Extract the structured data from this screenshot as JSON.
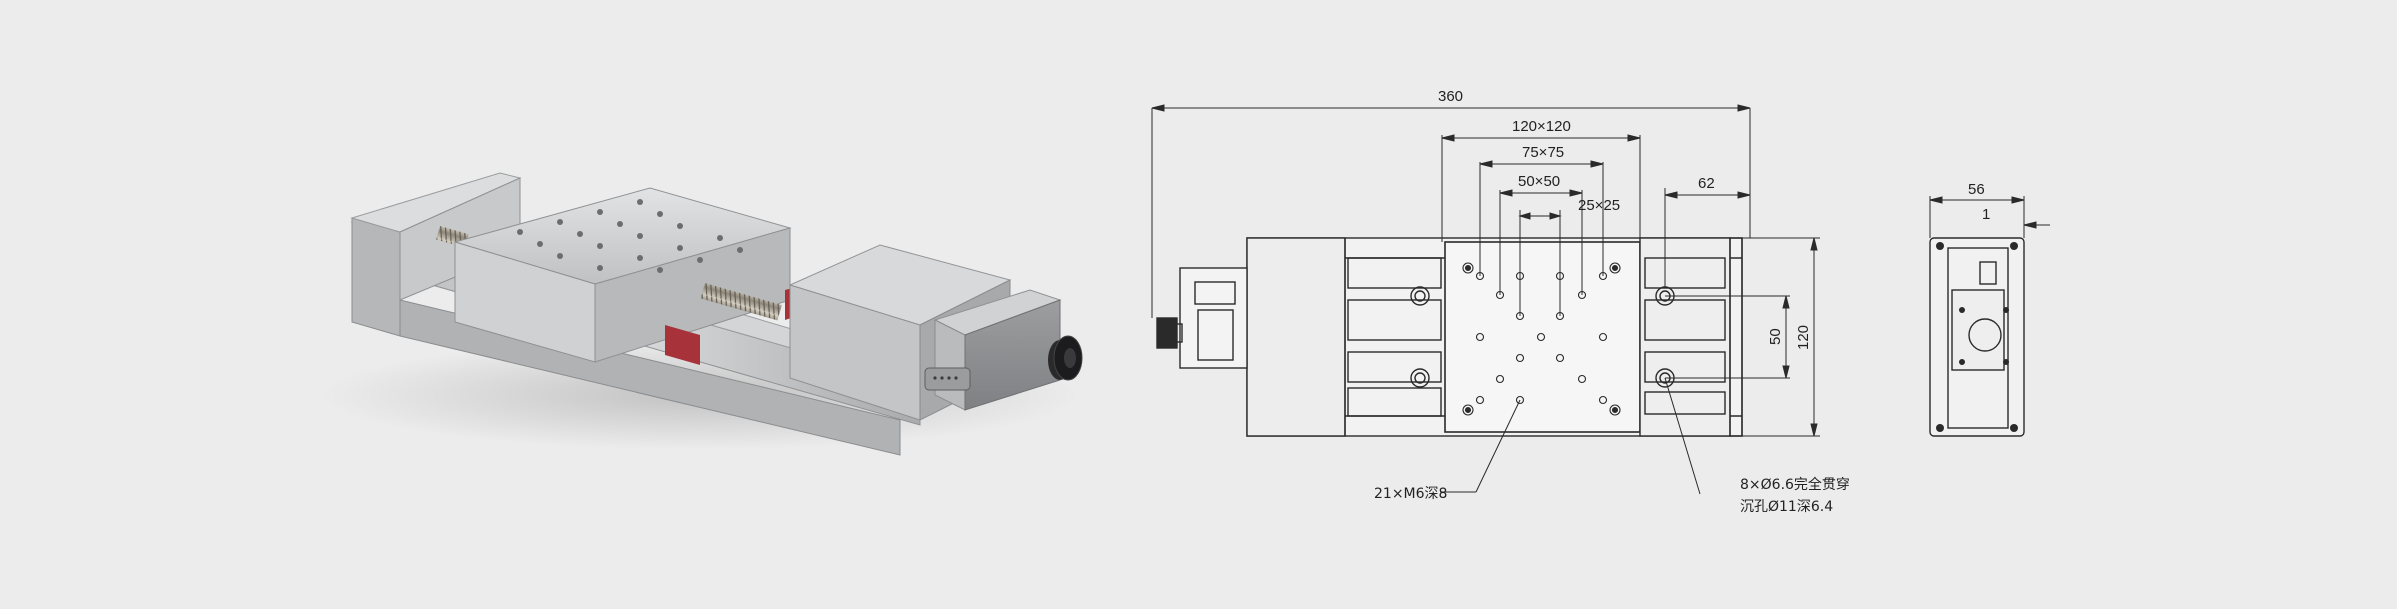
{
  "dimensions": {
    "total_length": "360",
    "mount_120": "120×120",
    "mount_75": "75×75",
    "mount_50": "50×50",
    "mount_25": "25×25",
    "right_offset": "62",
    "side_width": "56",
    "side_small": "1",
    "vertical_50": "50",
    "vertical_120": "120"
  },
  "notes": {
    "tapped_holes": "21×M6深8",
    "through_holes": "8×Ø6.6完全贯穿",
    "counterbore": "沉孔Ø11深6.4"
  },
  "colors": {
    "background": "#ececec",
    "line": "#2a2a2a",
    "metal": "#c9cbcd",
    "accent_red": "#a8323a"
  }
}
